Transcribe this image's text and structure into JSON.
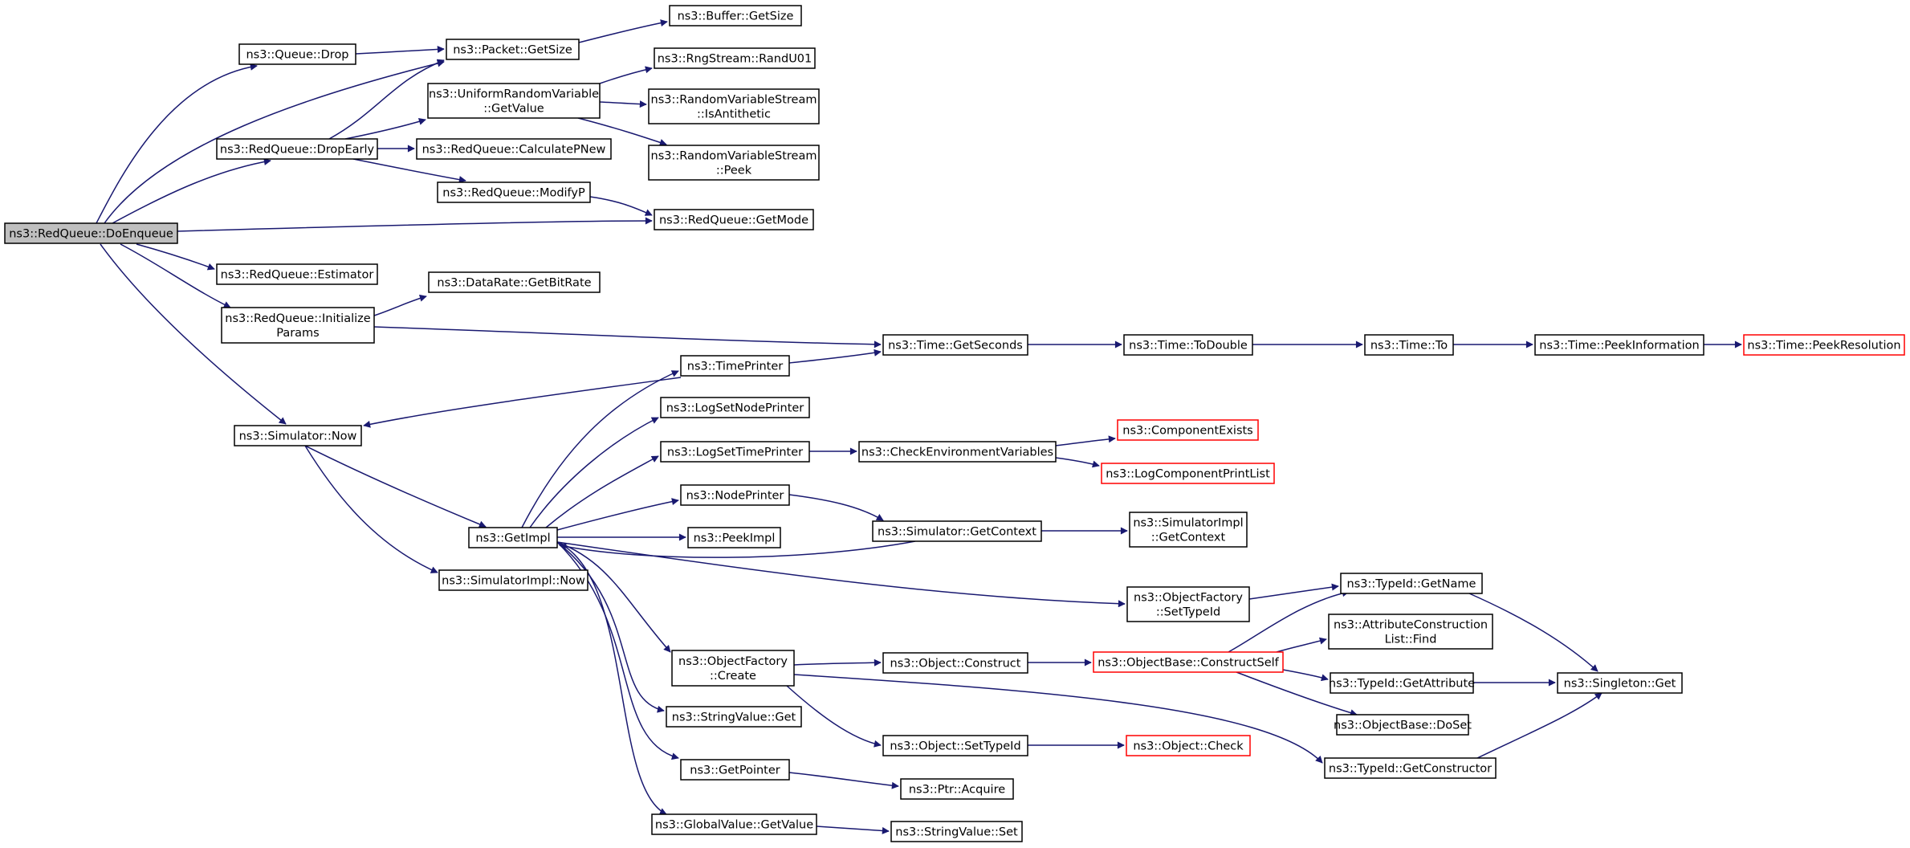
{
  "diagram": {
    "title": "",
    "colors": {
      "edge": "#191970",
      "root_fill": "#bfbfbf",
      "truncated_border": "#ff0000",
      "box_border": "#000000"
    },
    "nodes": [
      {
        "id": "root",
        "lines": [
          "ns3::RedQueue::DoEnqueue"
        ],
        "root": true
      },
      {
        "id": "queue_drop",
        "lines": [
          "ns3::Queue::Drop"
        ]
      },
      {
        "id": "packet_getsize",
        "lines": [
          "ns3::Packet::GetSize"
        ]
      },
      {
        "id": "buffer_getsize",
        "lines": [
          "ns3::Buffer::GetSize"
        ]
      },
      {
        "id": "rng_randu01",
        "lines": [
          "ns3::RngStream::RandU01"
        ]
      },
      {
        "id": "urv_getvalue",
        "lines": [
          "ns3::UniformRandomVariable",
          "::GetValue"
        ]
      },
      {
        "id": "rvs_isantithetic",
        "lines": [
          "ns3::RandomVariableStream",
          "::IsAntithetic"
        ]
      },
      {
        "id": "dropearly",
        "lines": [
          "ns3::RedQueue::DropEarly"
        ]
      },
      {
        "id": "calcpnew",
        "lines": [
          "ns3::RedQueue::CalculatePNew"
        ]
      },
      {
        "id": "rvs_peek",
        "lines": [
          "ns3::RandomVariableStream",
          "::Peek"
        ]
      },
      {
        "id": "modifyp",
        "lines": [
          "ns3::RedQueue::ModifyP"
        ]
      },
      {
        "id": "getmode",
        "lines": [
          "ns3::RedQueue::GetMode"
        ]
      },
      {
        "id": "estimator",
        "lines": [
          "ns3::RedQueue::Estimator"
        ]
      },
      {
        "id": "datarate",
        "lines": [
          "ns3::DataRate::GetBitRate"
        ]
      },
      {
        "id": "initparams",
        "lines": [
          "ns3::RedQueue::Initialize",
          "Params"
        ]
      },
      {
        "id": "time_getseconds",
        "lines": [
          "ns3::Time::GetSeconds"
        ]
      },
      {
        "id": "time_todouble",
        "lines": [
          "ns3::Time::ToDouble"
        ]
      },
      {
        "id": "time_to",
        "lines": [
          "ns3::Time::To"
        ]
      },
      {
        "id": "time_peekinfo",
        "lines": [
          "ns3::Time::PeekInformation"
        ]
      },
      {
        "id": "time_peekres",
        "lines": [
          "ns3::Time::PeekResolution"
        ],
        "truncated": true
      },
      {
        "id": "timeprinter",
        "lines": [
          "ns3::TimePrinter"
        ]
      },
      {
        "id": "lognodeprinter",
        "lines": [
          "ns3::LogSetNodePrinter"
        ]
      },
      {
        "id": "logtimeprinter",
        "lines": [
          "ns3::LogSetTimePrinter"
        ]
      },
      {
        "id": "checkenv",
        "lines": [
          "ns3::CheckEnvironmentVariables"
        ]
      },
      {
        "id": "compexists",
        "lines": [
          "ns3::ComponentExists"
        ],
        "truncated": true
      },
      {
        "id": "logcompprint",
        "lines": [
          "ns3::LogComponentPrintList"
        ],
        "truncated": true
      },
      {
        "id": "sim_now",
        "lines": [
          "ns3::Simulator::Now"
        ]
      },
      {
        "id": "nodeprinter",
        "lines": [
          "ns3::NodePrinter"
        ]
      },
      {
        "id": "sim_getcontext",
        "lines": [
          "ns3::Simulator::GetContext"
        ]
      },
      {
        "id": "simimpl_getcontext",
        "lines": [
          "ns3::SimulatorImpl",
          "::GetContext"
        ]
      },
      {
        "id": "getimpl",
        "lines": [
          "ns3::GetImpl"
        ]
      },
      {
        "id": "peekimpl",
        "lines": [
          "ns3::PeekImpl"
        ]
      },
      {
        "id": "simimpl_now",
        "lines": [
          "ns3::SimulatorImpl::Now"
        ]
      },
      {
        "id": "typeid_getname",
        "lines": [
          "ns3::TypeId::GetName"
        ]
      },
      {
        "id": "of_settypeid",
        "lines": [
          "ns3::ObjectFactory",
          "::SetTypeId"
        ]
      },
      {
        "id": "attrlist_find",
        "lines": [
          "ns3::AttributeConstruction",
          "List::Find"
        ]
      },
      {
        "id": "of_create",
        "lines": [
          "ns3::ObjectFactory",
          "::Create"
        ]
      },
      {
        "id": "obj_construct",
        "lines": [
          "ns3::Object::Construct"
        ]
      },
      {
        "id": "ob_constructself",
        "lines": [
          "ns3::ObjectBase::ConstructSelf"
        ],
        "truncated": true
      },
      {
        "id": "typeid_getattr",
        "lines": [
          "ns3::TypeId::GetAttribute"
        ]
      },
      {
        "id": "singleton_get",
        "lines": [
          "ns3::Singleton::Get"
        ]
      },
      {
        "id": "stringvalue_get",
        "lines": [
          "ns3::StringValue::Get"
        ]
      },
      {
        "id": "ob_doset",
        "lines": [
          "ns3::ObjectBase::DoSet"
        ]
      },
      {
        "id": "obj_settypeid",
        "lines": [
          "ns3::Object::SetTypeId"
        ]
      },
      {
        "id": "obj_check",
        "lines": [
          "ns3::Object::Check"
        ],
        "truncated": true
      },
      {
        "id": "typeid_getctor",
        "lines": [
          "ns3::TypeId::GetConstructor"
        ]
      },
      {
        "id": "getpointer",
        "lines": [
          "ns3::GetPointer"
        ]
      },
      {
        "id": "ptr_acquire",
        "lines": [
          "ns3::Ptr::Acquire"
        ]
      },
      {
        "id": "gv_getvalue",
        "lines": [
          "ns3::GlobalValue::GetValue"
        ]
      },
      {
        "id": "stringvalue_set",
        "lines": [
          "ns3::StringValue::Set"
        ]
      }
    ]
  }
}
